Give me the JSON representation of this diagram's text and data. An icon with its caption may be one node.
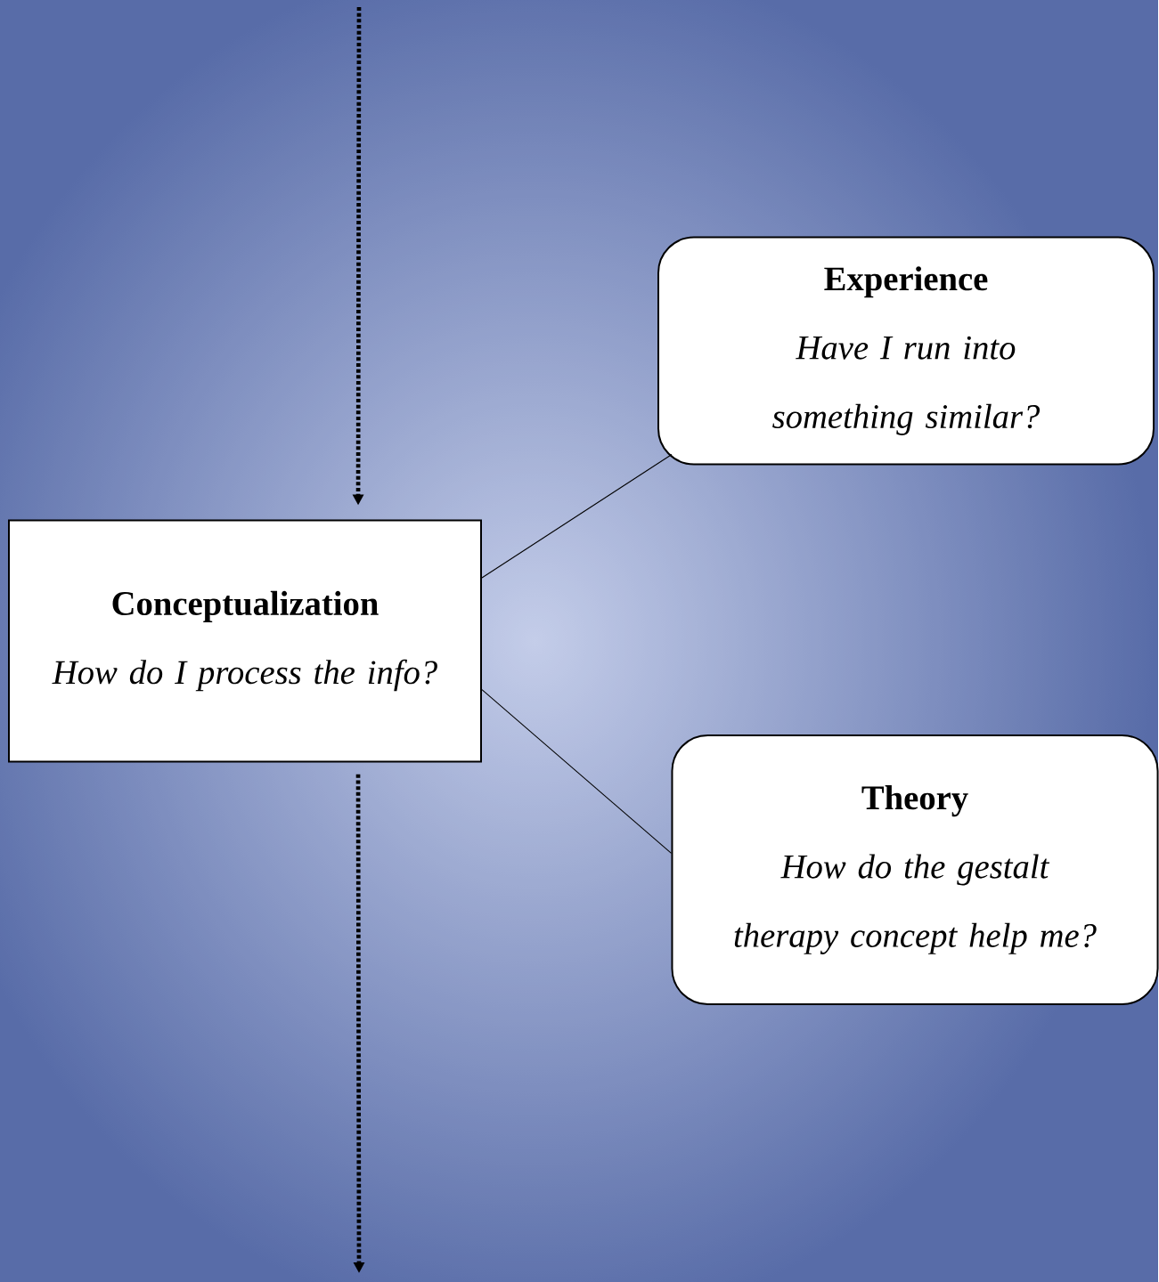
{
  "diagram": {
    "nodes": [
      {
        "text": [
          "Conceptualization",
          "How do I process the info?"
        ]
      },
      {
        "text": [
          "Experience",
          "Have I run into something similar?"
        ]
      },
      {
        "text": [
          "Theory",
          "How do the gestalt therapy concept help me?"
        ]
      }
    ],
    "edges": [
      {
        "from": null,
        "to": 0,
        "arrow": "to",
        "style": "dashed"
      },
      {
        "from": 0,
        "to": null,
        "arrow": "to",
        "style": "dashed"
      },
      {
        "from": 0,
        "to": 1,
        "arrow": "none"
      },
      {
        "from": 0,
        "to": 2,
        "arrow": "none"
      }
    ]
  }
}
